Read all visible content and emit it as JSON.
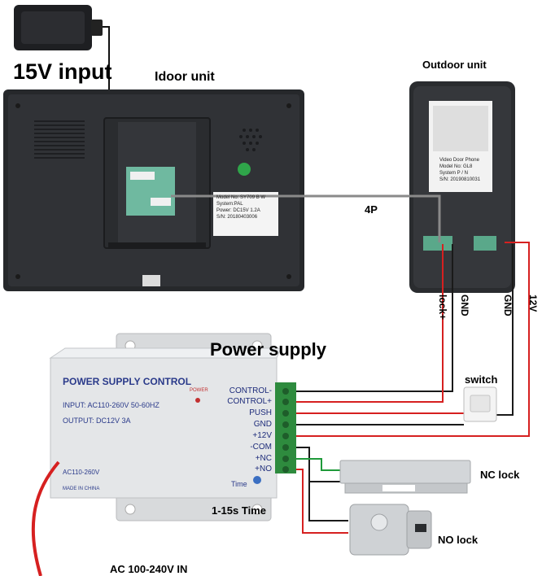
{
  "labels": {
    "input_15v": "15V input",
    "indoor_unit": "Idoor unit",
    "outdoor_unit": "Outdoor unit",
    "four_p": "4P",
    "power_supply": "Power supply",
    "lock_plus": "lock+",
    "gnd_1": "GND",
    "gnd_2": "GND",
    "twelve_v": "12V",
    "switch": "switch",
    "nc_lock": "NC lock",
    "no_lock": "NO lock",
    "time_range": "1-15s Time",
    "ac_in": "AC 100-240V IN"
  },
  "power_supply_box": {
    "title": "POWER SUPPLY CONTROL",
    "input": "INPUT: AC110-260V 50-60HZ",
    "output": "OUTPUT: DC12V  3A",
    "power_led": "POWER",
    "ac_range": "AC110-260V",
    "made_in": "MADE IN CHINA",
    "time": "Time",
    "terminals": [
      "CONTROL-",
      "CONTROL+",
      "PUSH",
      "GND",
      "+12V",
      "-COM",
      "+NC",
      "+NO"
    ]
  },
  "indoor_sticker": [
    "Model No: SY709  B  W",
    "System:PAL",
    "Power: DC15V  1.2A",
    "S/N: 20180403006"
  ],
  "outdoor_sticker": [
    "Video Door Phone",
    "Model No: GL8",
    "System P / N",
    "S/N: 20190810031"
  ],
  "colors": {
    "device_dark": "#2b2d30",
    "psu_body": "#e4e6e8",
    "psu_text": "#2a3a8a",
    "wire_red": "#d62020",
    "wire_gray": "#8a8a8a",
    "wire_black": "#1a1a1a",
    "wire_green": "#1f9a3a",
    "terminal_green": "#2e8b3e"
  }
}
